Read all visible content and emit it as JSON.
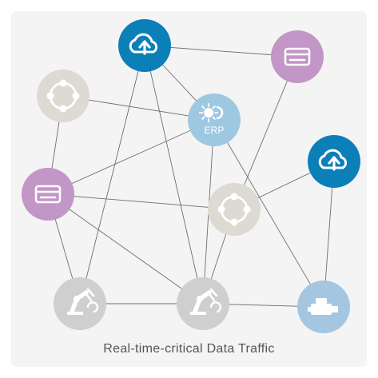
{
  "caption": "Real-time-critical Data Traffic",
  "colors": {
    "panel": "#f4f4f4",
    "line": "#6e6e6e",
    "cloud": "#0b7fb8",
    "card": "#c296c6",
    "hub": "#dcdad3",
    "erp": "#9ec8e2",
    "robot": "#cfcfcf",
    "machine": "#a5c6e0"
  },
  "nodes": [
    {
      "id": "cloud-top",
      "kind": "cloud",
      "icon": "cloud-upload-icon"
    },
    {
      "id": "card-top-right",
      "kind": "card",
      "icon": "credit-card-icon"
    },
    {
      "id": "hub-top-left",
      "kind": "hub",
      "icon": "hub-circle-icon"
    },
    {
      "id": "erp",
      "kind": "erp",
      "icon": "erp-icon",
      "label": "ERP"
    },
    {
      "id": "cloud-right",
      "kind": "cloud",
      "icon": "cloud-upload-icon"
    },
    {
      "id": "card-left",
      "kind": "card",
      "icon": "credit-card-icon"
    },
    {
      "id": "hub-center",
      "kind": "hub",
      "icon": "hub-circle-icon"
    },
    {
      "id": "robot-left",
      "kind": "robot",
      "icon": "robot-arm-icon"
    },
    {
      "id": "robot-center",
      "kind": "robot",
      "icon": "robot-arm-icon"
    },
    {
      "id": "machine-right",
      "kind": "machine",
      "icon": "machine-icon"
    }
  ],
  "edges": [
    [
      "cloud-top",
      "card-top-right"
    ],
    [
      "cloud-top",
      "robot-left"
    ],
    [
      "cloud-top",
      "robot-center"
    ],
    [
      "cloud-top",
      "erp"
    ],
    [
      "card-top-right",
      "hub-center"
    ],
    [
      "hub-top-left",
      "erp"
    ],
    [
      "hub-top-left",
      "card-left"
    ],
    [
      "erp",
      "card-left"
    ],
    [
      "erp",
      "robot-center"
    ],
    [
      "erp",
      "machine-right"
    ],
    [
      "cloud-right",
      "hub-center"
    ],
    [
      "cloud-right",
      "machine-right"
    ],
    [
      "card-left",
      "robot-left"
    ],
    [
      "card-left",
      "robot-center"
    ],
    [
      "hub-center",
      "robot-center"
    ],
    [
      "robot-left",
      "robot-center"
    ],
    [
      "robot-center",
      "machine-right"
    ],
    [
      "card-left",
      "hub-center"
    ]
  ]
}
